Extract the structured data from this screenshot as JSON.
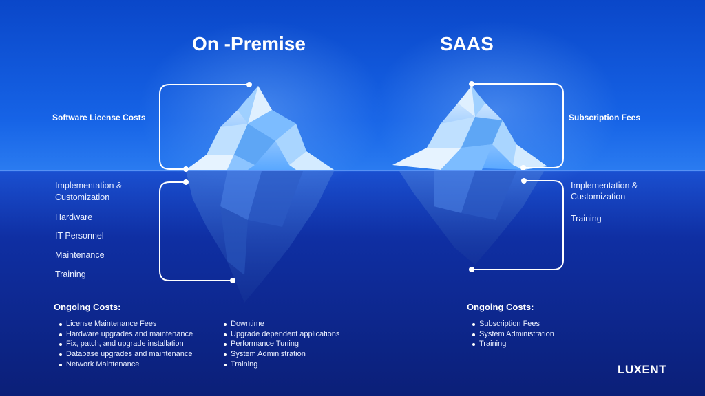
{
  "titles": {
    "on_premise": "On -Premise",
    "saas": "SAAS"
  },
  "on_premise": {
    "above_label": "Software License Costs",
    "below_items": [
      "Implementation &",
      "Customization",
      "Hardware",
      "IT Personnel",
      "Maintenance",
      "Training"
    ],
    "ongoing_heading": "Ongoing Costs:",
    "ongoing_col1": [
      "License Maintenance Fees",
      "Hardware upgrades and maintenance",
      "Fix, patch, and upgrade installation",
      "Database upgrades and maintenance",
      "Network Maintenance"
    ],
    "ongoing_col2": [
      "Downtime",
      "Upgrade dependent applications",
      "Performance Tuning",
      "System Administration",
      "Training"
    ]
  },
  "saas": {
    "above_label": "Subscription Fees",
    "below_items": [
      "Implementation &",
      "Customization",
      "Training"
    ],
    "ongoing_heading": "Ongoing Costs:",
    "ongoing_items": [
      "Subscription Fees",
      "System Administration",
      "Training"
    ]
  },
  "brand": {
    "logo_text": "LUXENT"
  },
  "colors": {
    "sky_top": "#0a47c9",
    "water_deep": "#0b1f78",
    "ice_light": "#cfe7ff",
    "ice_blue": "#4fa3ff",
    "bracket": "#ffffff"
  }
}
